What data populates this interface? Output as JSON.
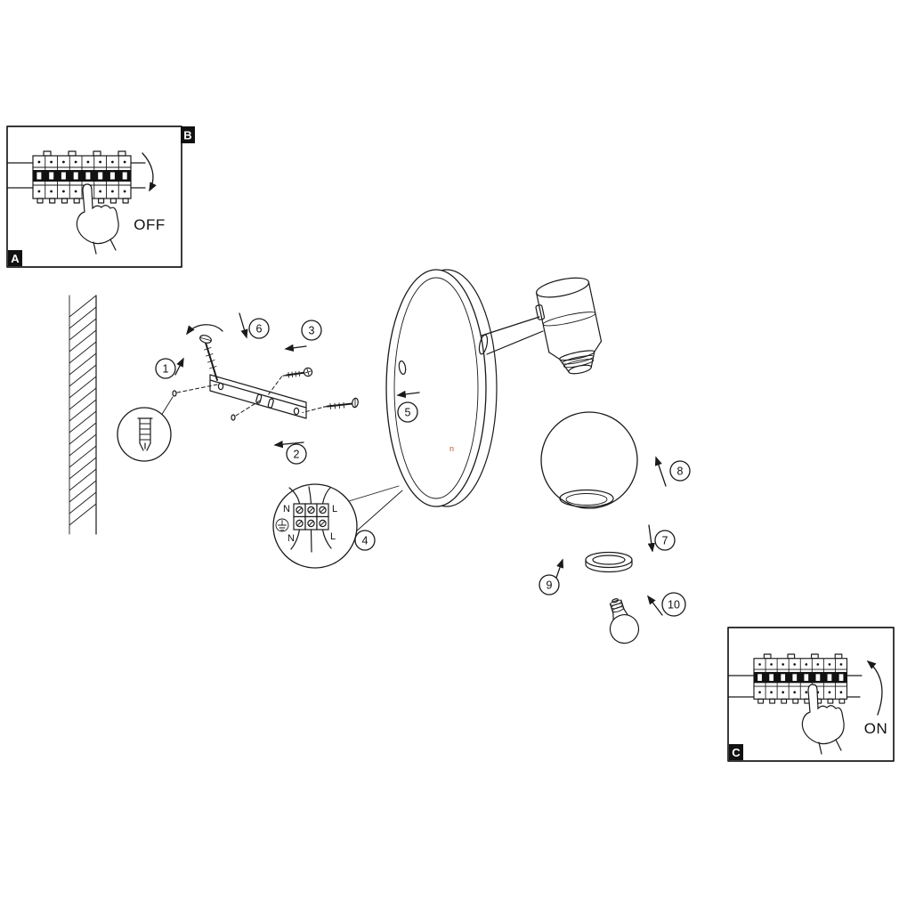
{
  "diagram": {
    "background": "#ffffff",
    "line_color": "#1a1a1a"
  },
  "insets": {
    "power_off": {
      "tag_a": "A",
      "tag_b": "B",
      "state": "OFF"
    },
    "power_on": {
      "tag_c": "C",
      "state": "ON"
    }
  },
  "steps": [
    "1",
    "2",
    "3",
    "4",
    "5",
    "6",
    "7",
    "8",
    "9",
    "10"
  ],
  "terminal_block": {
    "neutral_top": "N",
    "live_top": "L",
    "neutral_bottom": "N",
    "live_bottom": "L"
  },
  "stray_mark": "n"
}
